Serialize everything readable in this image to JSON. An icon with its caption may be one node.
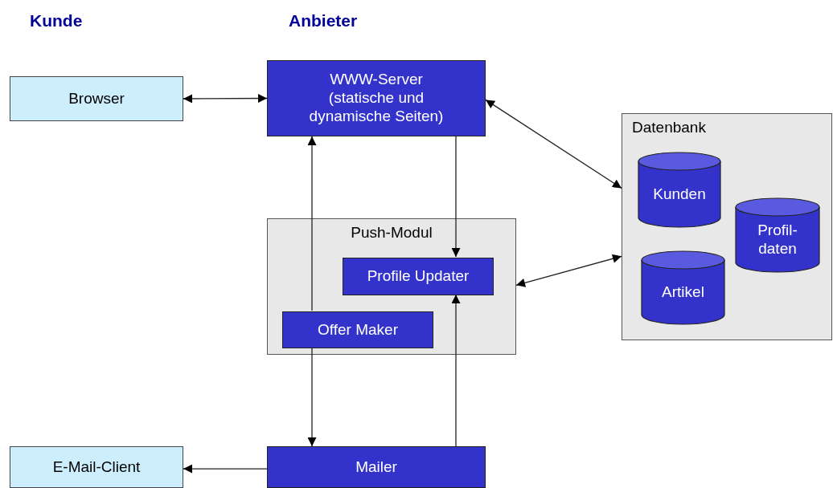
{
  "diagram": {
    "nodes": [
      {
        "text": [
          "Browser"
        ]
      },
      {
        "text": [
          "WWW-Server (statische und dynamische Seiten)"
        ]
      },
      {
        "text": [
          "Datenbank"
        ]
      },
      {
        "text": [
          "Kunden"
        ],
        "in": 2
      },
      {
        "text": [
          "Profil- daten"
        ],
        "in": 2
      },
      {
        "text": [
          "Artikel"
        ],
        "in": 2
      },
      {
        "text": [
          "Push-Modul"
        ]
      },
      {
        "text": [
          "Profile Updater"
        ],
        "in": 6
      },
      {
        "text": [
          "Offer Maker"
        ],
        "in": 6
      },
      {
        "text": [
          "E-Mail-Client"
        ]
      },
      {
        "text": [
          "Mailer"
        ]
      }
    ],
    "edges": [
      {
        "from": 0,
        "to": 1,
        "arrow": "both"
      },
      {
        "from": 1,
        "to": 2,
        "arrow": "both"
      },
      {
        "from": 1,
        "to": 7,
        "arrow": "to"
      },
      {
        "from": 8,
        "to": 1,
        "arrow": "to"
      },
      {
        "from": 6,
        "to": 2,
        "arrow": "both"
      },
      {
        "from": 8,
        "to": 10,
        "arrow": "to"
      },
      {
        "from": 10,
        "to": 7,
        "arrow": "to"
      },
      {
        "from": 10,
        "to": 9,
        "arrow": "to"
      }
    ],
    "labels": [
      "Kunde",
      "Anbieter"
    ]
  }
}
